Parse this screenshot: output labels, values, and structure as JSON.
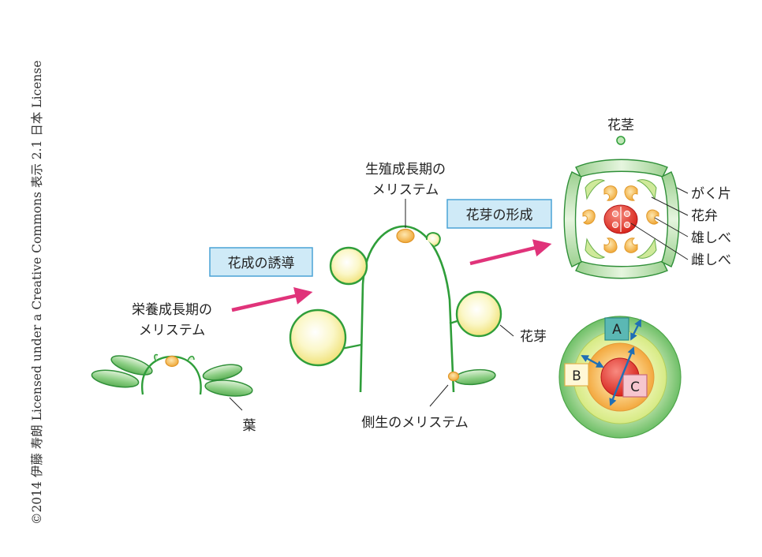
{
  "copyright": "©2014 伊藤 寿朗 Licensed under a Creative Commons 表示 2.1 日本 License",
  "labels": {
    "vegetative_meristem": [
      "栄養成長期の",
      "メリステム"
    ],
    "leaf": "葉",
    "reproductive_meristem": [
      "生殖成長期の",
      "メリステム"
    ],
    "lateral_meristem": "側生のメリステム",
    "flower_bud": "花芽",
    "flower_stalk": "花茎",
    "sepal": "がく片",
    "petal": "花弁",
    "stamen": "雄しべ",
    "pistil": "雌しべ"
  },
  "steps": {
    "induction": "花成の誘導",
    "formation": "花芽の形成"
  },
  "abc": [
    "A",
    "B",
    "C"
  ],
  "colors": {
    "stem_green": "#2f9e3a",
    "leaf_green": "#7fc47a",
    "leaf_stroke": "#2f8f38",
    "meristem_yellow": "#f7f3b6",
    "meristem_orange": "#f2b24b",
    "arrow_pink": "#e0337a",
    "box_blue": "#cfeaf7",
    "box_stroke": "#4aa3d6",
    "double_arrow": "#1f6fb5",
    "box_a": "#5bb8b4",
    "box_b": "#fff8d6",
    "box_c": "#f6c6cf"
  }
}
